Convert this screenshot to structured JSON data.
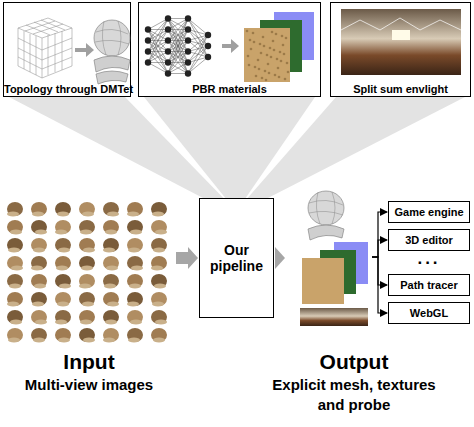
{
  "diagram": {
    "nodes": [
      {
        "text": [
          "Topology through DMTet"
        ]
      },
      {
        "text": [
          "PBR materials"
        ]
      },
      {
        "text": [
          "Split sum envlight"
        ]
      },
      {
        "text": [
          "Input",
          "Multi-view images"
        ]
      },
      {
        "text": [
          "Our pipeline"
        ]
      },
      {
        "text": [
          "Output",
          "Explicit mesh, textures and probe"
        ]
      },
      {
        "text": [
          "Game engine"
        ]
      },
      {
        "text": [
          "3D editor"
        ]
      },
      {
        "text": [
          "Path tracer"
        ]
      },
      {
        "text": [
          "WebGL"
        ]
      }
    ],
    "edges": [
      {
        "from": 0,
        "to": 4,
        "arrow": "none"
      },
      {
        "from": 1,
        "to": 4,
        "arrow": "none"
      },
      {
        "from": 2,
        "to": 4,
        "arrow": "none"
      },
      {
        "from": 3,
        "to": 4,
        "arrow": "to"
      },
      {
        "from": 4,
        "to": 5,
        "arrow": "to"
      },
      {
        "from": 5,
        "to": 6,
        "arrow": "to"
      },
      {
        "from": 5,
        "to": 7,
        "arrow": "to"
      },
      {
        "from": 5,
        "to": 8,
        "arrow": "to"
      },
      {
        "from": 5,
        "to": 9,
        "arrow": "to"
      }
    ],
    "labels": [
      "..."
    ]
  }
}
